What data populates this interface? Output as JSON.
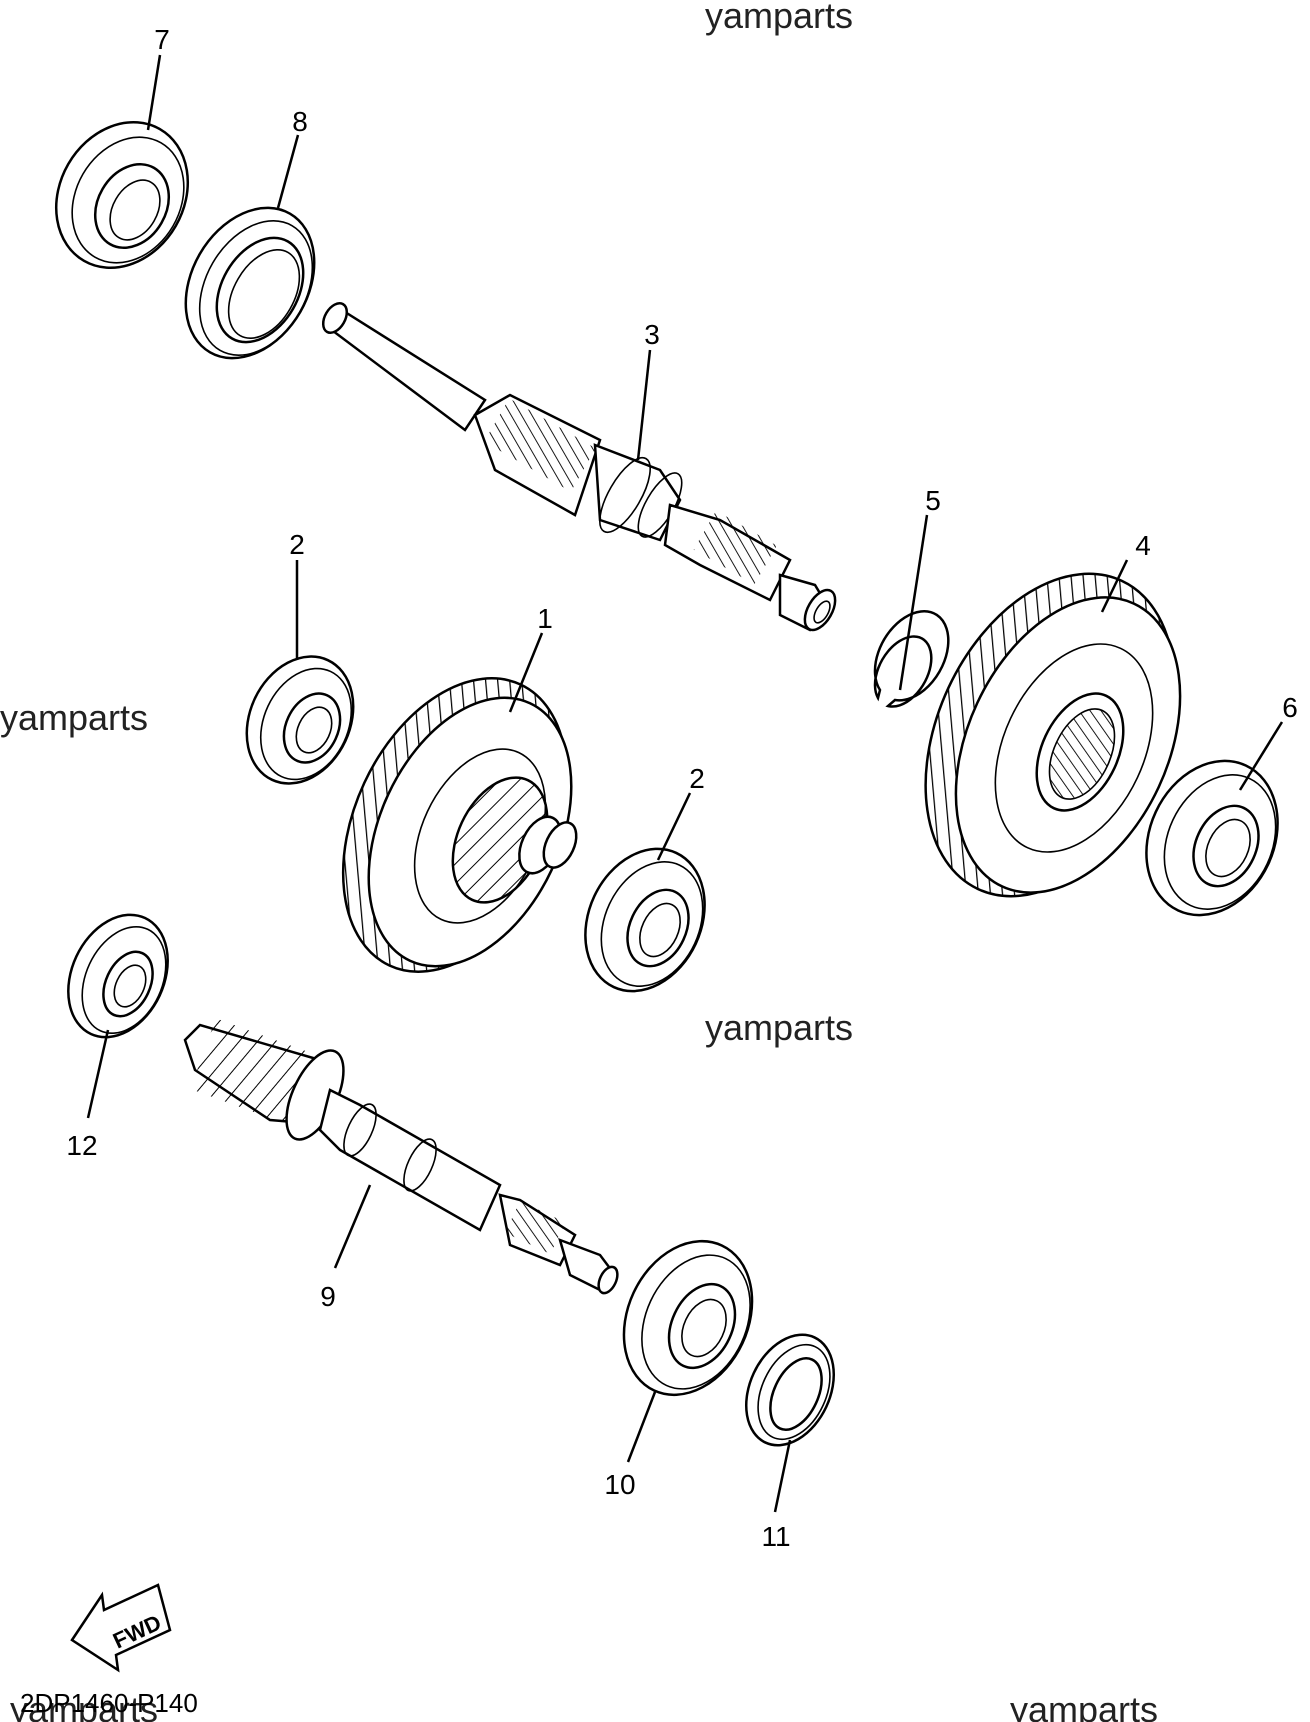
{
  "diagram": {
    "part_code": "2DP1460-P140",
    "direction_label": "FWD",
    "watermarks": [
      "yamparts",
      "yamparts",
      "yamparts",
      "yamparts",
      "yamparts",
      "yamparts"
    ],
    "callouts": [
      "1",
      "2",
      "2",
      "3",
      "4",
      "5",
      "6",
      "7",
      "8",
      "9",
      "10",
      "11",
      "12"
    ]
  }
}
